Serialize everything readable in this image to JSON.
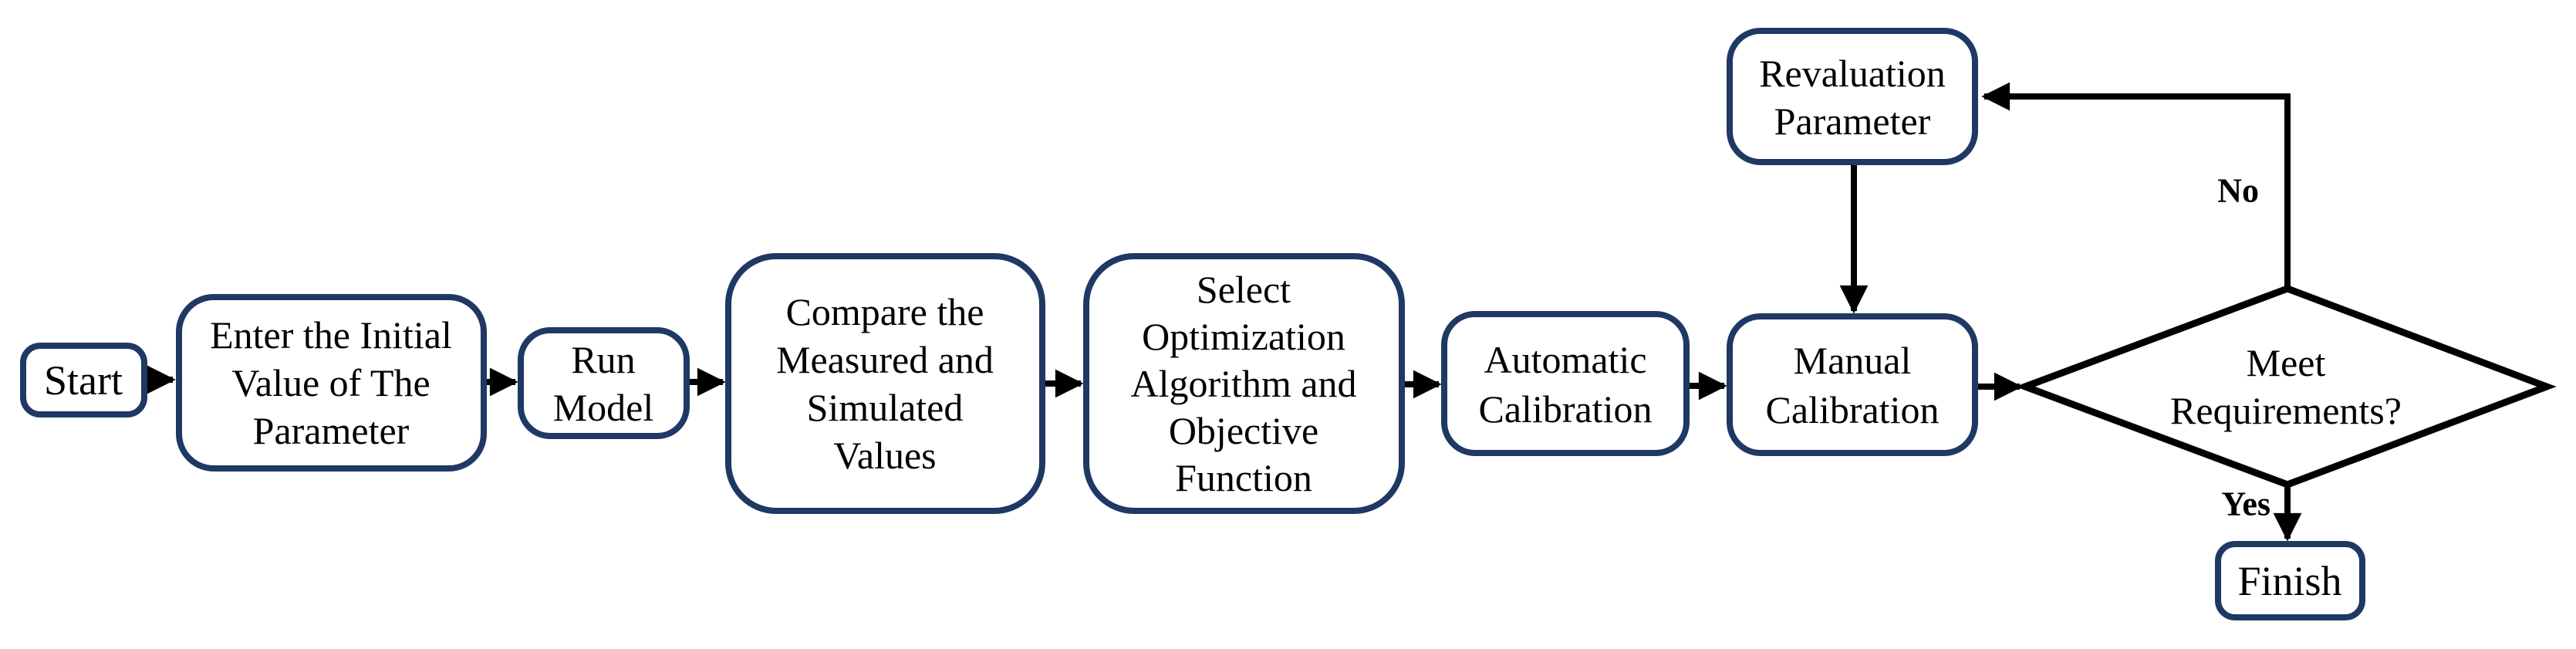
{
  "diagram": {
    "type": "flowchart",
    "description": "Model calibration process flowchart",
    "colors": {
      "node_border": "#1f3864",
      "node_fill": "#ffffff",
      "connector": "#000000",
      "text": "#000000",
      "background": "#ffffff"
    },
    "nodes": {
      "start": {
        "lines": [
          "Start"
        ]
      },
      "enter": {
        "lines": [
          "Enter the Initial",
          "Value of The",
          "Parameter"
        ]
      },
      "run": {
        "lines": [
          "Run",
          "Model"
        ]
      },
      "compare": {
        "lines": [
          "Compare the",
          "Measured and",
          "Simulated",
          "Values"
        ]
      },
      "select": {
        "lines": [
          "Select",
          "Optimization",
          "Algorithm and",
          "Objective",
          "Function"
        ]
      },
      "automatic": {
        "lines": [
          "Automatic",
          "Calibration"
        ]
      },
      "manual": {
        "lines": [
          "Manual",
          "Calibration"
        ]
      },
      "revaluation": {
        "lines": [
          "Revaluation",
          "Parameter"
        ]
      },
      "decision": {
        "lines": [
          "Meet",
          "Requirements?"
        ]
      },
      "finish": {
        "lines": [
          "Finish"
        ]
      }
    },
    "edge_labels": {
      "no": "No",
      "yes": "Yes"
    },
    "flow": [
      "Start -> Enter the Initial Value of The Parameter",
      "Enter the Initial Value of The Parameter -> Run Model",
      "Run Model -> Compare the Measured and Simulated Values",
      "Compare the Measured and Simulated Values -> Select Optimization Algorithm and Objective Function",
      "Select Optimization Algorithm and Objective Function -> Automatic Calibration",
      "Automatic Calibration -> Manual Calibration",
      "Manual Calibration -> Meet Requirements?",
      "Meet Requirements? -No-> Revaluation Parameter",
      "Revaluation Parameter -> Manual Calibration",
      "Meet Requirements? -Yes-> Finish"
    ]
  }
}
